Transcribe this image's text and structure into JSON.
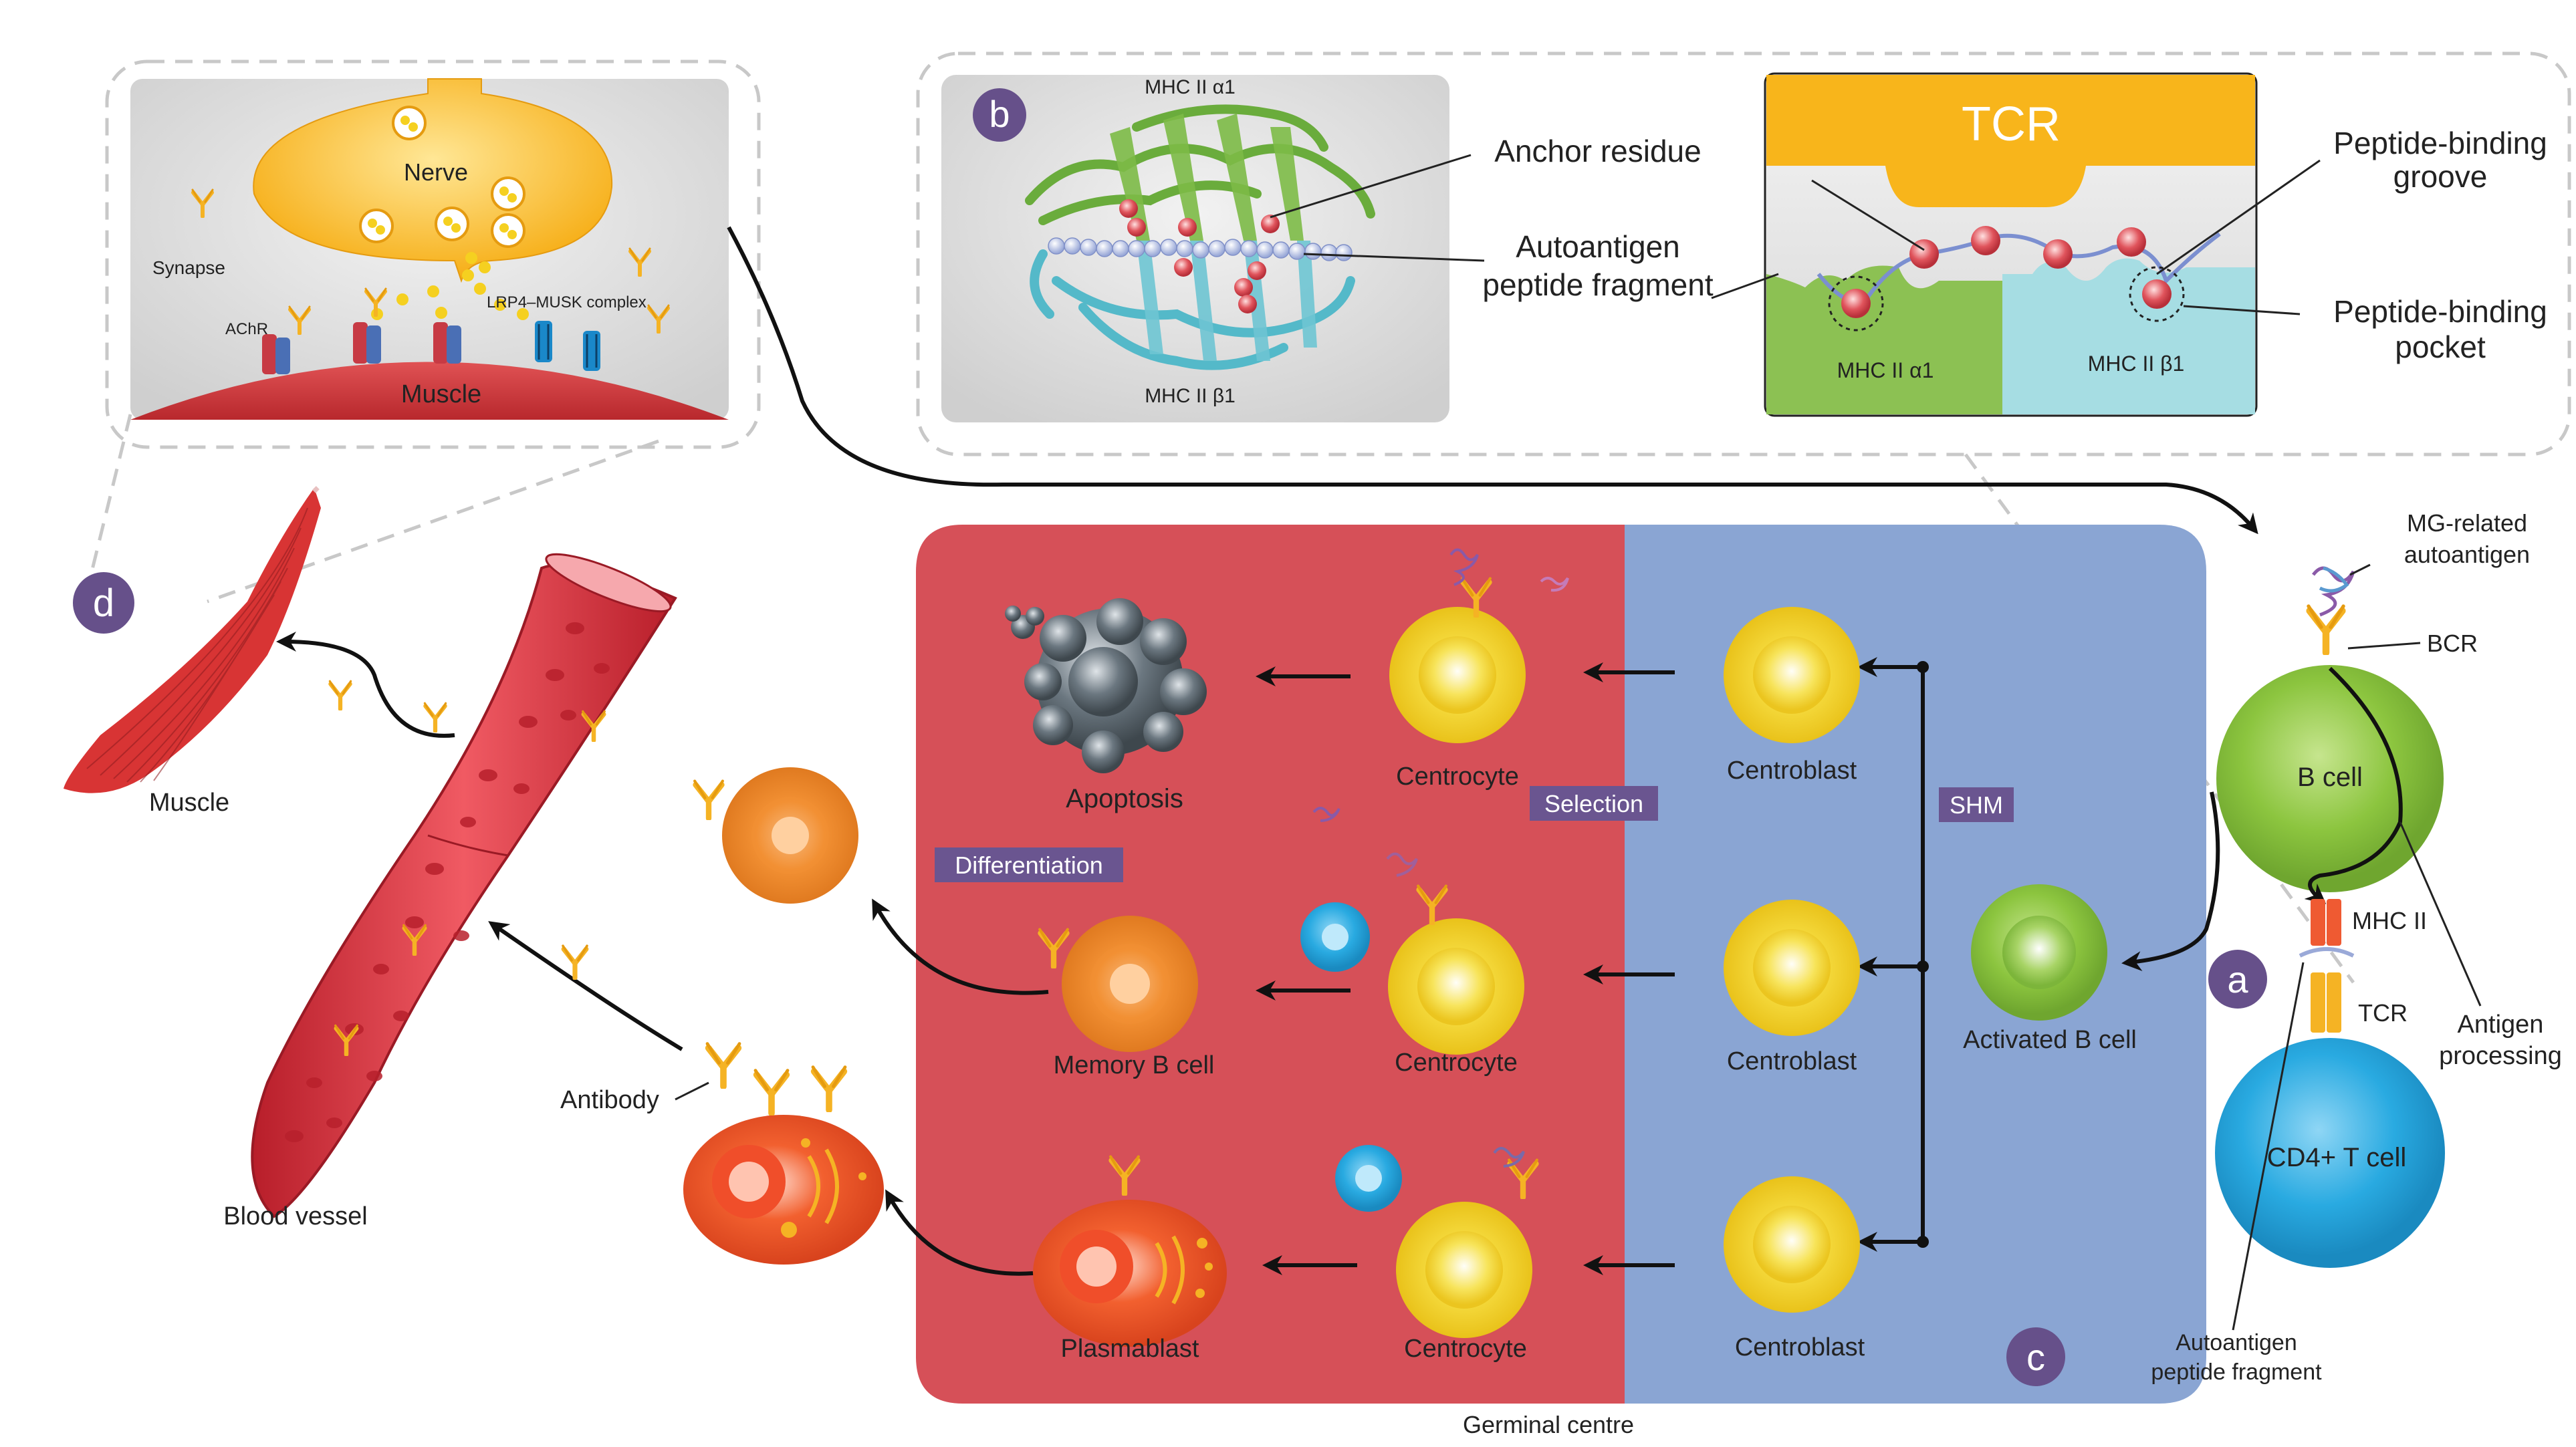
{
  "labels": {
    "panel_b_badge": "b",
    "panel_a_badge": "a",
    "panel_c_badge": "c",
    "panel_d_badge": "d",
    "nerve": "Nerve",
    "synapse": "Synapse",
    "achr": "AChR",
    "lrp4_musk": "LRP4–MUSK complex",
    "muscle_synapse": "Muscle",
    "mhc_a1_top": "MHC II α1",
    "mhc_b1_bottom": "MHC II β1",
    "anchor_residue": "Anchor residue",
    "autoantigen_fragment_line1": "Autoantigen",
    "autoantigen_fragment_line2": "peptide fragment",
    "tcr_box": "TCR",
    "peptide_groove_line1": "Peptide-binding",
    "peptide_groove_line2": "groove",
    "peptide_pocket_line1": "Peptide-binding",
    "peptide_pocket_line2": "pocket",
    "mhc_a1_box": "MHC II α1",
    "mhc_b1_box": "MHC II β1",
    "mg_autoantigen_line1": "MG-related",
    "mg_autoantigen_line2": "autoantigen",
    "bcr": "BCR",
    "b_cell": "B cell",
    "mhc_ii": "MHC II",
    "tcr": "TCR",
    "antigen_processing_line1": "Antigen",
    "antigen_processing_line2": "processing",
    "cd4_t_cell": "CD4+ T cell",
    "autoantigen_bottom_line1": "Autoantigen",
    "autoantigen_bottom_line2": "peptide fragment",
    "activated_b_cell": "Activated B cell",
    "shm": "SHM",
    "selection": "Selection",
    "differentiation": "Differentiation",
    "centroblast_1": "Centroblast",
    "centroblast_2": "Centroblast",
    "centroblast_3": "Centroblast",
    "centrocyte_1": "Centrocyte",
    "centrocyte_2": "Centrocyte",
    "centrocyte_3": "Centrocyte",
    "apoptosis": "Apoptosis",
    "memory_b_cell": "Memory B cell",
    "plasmablast": "Plasmablast",
    "germinal_centre": "Germinal centre",
    "antibody": "Antibody",
    "blood_vessel": "Blood vessel",
    "muscle_d": "Muscle"
  },
  "colors": {
    "gc_red": "#d65058",
    "gc_blue": "#8aa5d3",
    "badge_purple": "#66508a",
    "tag_purple": "#6a5590",
    "antibody_yellow": "#f5b324",
    "nerve_yellow": "#f8b51b",
    "b_cell_green": "#8cc53f",
    "t_cell_blue": "#29aae1",
    "centroblast_yellow": "#f0d02a",
    "memory_orange": "#f29033",
    "plasma_red": "#ef5a32",
    "apoptosis_gray": "#5d6870",
    "mhc_green": "#8cc153",
    "mhc_cyan": "#a6dde3",
    "tcr_orange": "#f8b51b",
    "peptide_bead": "#d9424c"
  },
  "icons": [
    "antibody-y-icon",
    "achr-receptor-icon",
    "lrp4-musk-receptor-icon",
    "autoantigen-protein-icon",
    "bcr-receptor-icon",
    "mhc-ii-receptor-icon",
    "tcr-receptor-icon"
  ]
}
